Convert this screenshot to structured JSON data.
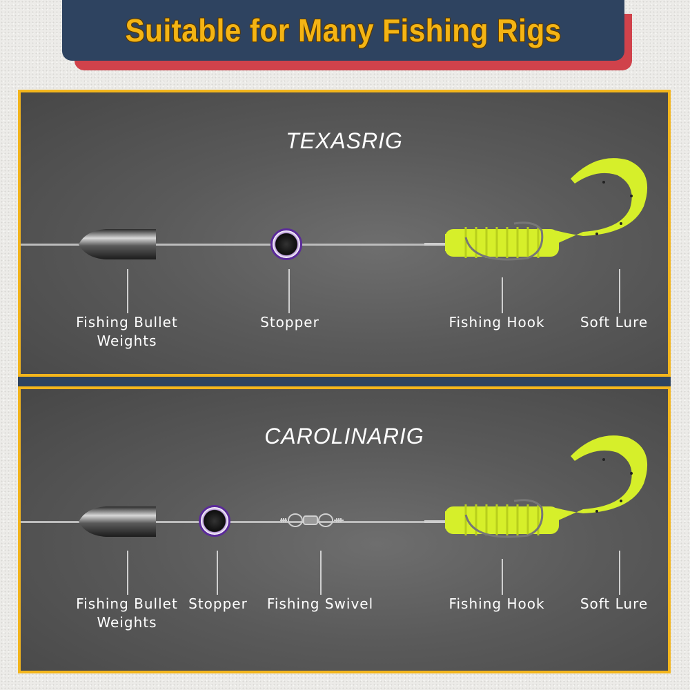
{
  "banner": {
    "title": "Suitable for Many Fishing Rigs"
  },
  "colors": {
    "banner_bg": "#2e4360",
    "banner_shadow": "#d0424b",
    "title_yellow": "#f4b414",
    "panel_border": "#f3b51c",
    "lure_chartreuse": "#d6ef2a",
    "stopper_purple": "#5b2a9a"
  },
  "rigs": [
    {
      "title": "TEXASRIG",
      "labels": {
        "weight_line1": "Fishing Bullet",
        "weight_line2": "Weights",
        "stopper": "Stopper",
        "hook": "Fishing Hook",
        "lure": "Soft Lure"
      }
    },
    {
      "title": "CAROLINARIG",
      "labels": {
        "weight_line1": "Fishing Bullet",
        "weight_line2": "Weights",
        "stopper": "Stopper",
        "swivel": "Fishing Swivel",
        "hook": "Fishing Hook",
        "lure": "Soft Lure"
      }
    }
  ]
}
